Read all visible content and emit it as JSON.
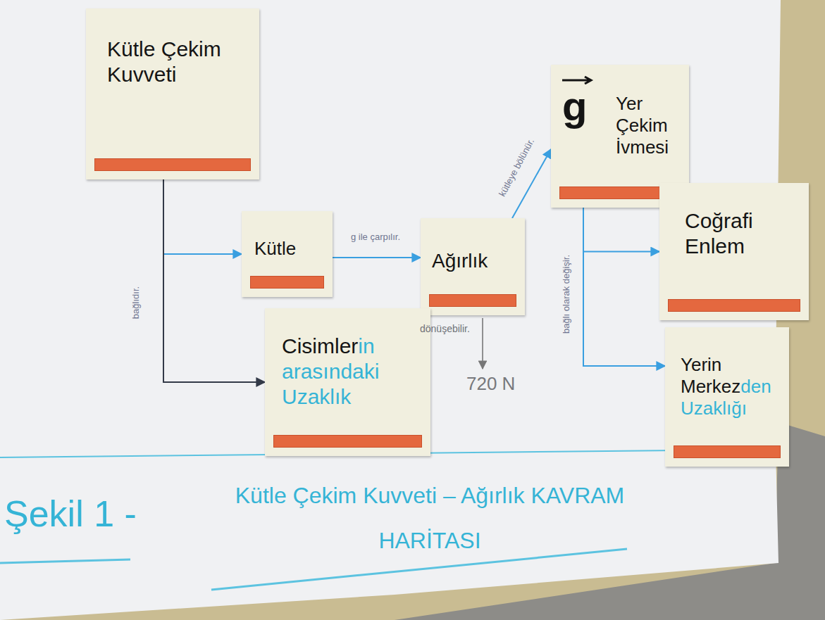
{
  "diagram": {
    "title": "Kütle Çekim Kuvveti – Ağırlık KAVRAM HARİTASI",
    "nodes": [
      {
        "text": [
          "Kütle Çekim Kuvveti"
        ]
      },
      {
        "text": [
          "Kütle"
        ]
      },
      {
        "text": [
          "Ağırlık"
        ]
      },
      {
        "text": [
          "g",
          "Yer Çekim İvmesi"
        ]
      },
      {
        "text": [
          "Cisimler",
          "in",
          "arasındaki",
          "Uzaklık"
        ]
      },
      {
        "text": [
          "Coğrafi Enlem"
        ]
      },
      {
        "text": [
          "Yerin Merkez",
          "den",
          "Uzaklığı"
        ]
      }
    ],
    "edges": [
      {
        "from": 0,
        "to": 1,
        "label": "bağlıdır.",
        "arrow": "to"
      },
      {
        "from": 0,
        "to": 4,
        "arrow": "to"
      },
      {
        "from": 1,
        "to": 2,
        "label": "g ile çarpılır.",
        "arrow": "to"
      },
      {
        "from": 2,
        "to": 3,
        "label": "kütleye bölünür.",
        "arrow": "to"
      },
      {
        "from": 3,
        "to": 5,
        "label": "bağlı olarak değişir.",
        "arrow": "to"
      },
      {
        "from": 3,
        "to": 6,
        "arrow": "to"
      }
    ],
    "labels": [
      "Şekil 1 -",
      "dönüşebilir.",
      "720 N"
    ]
  }
}
